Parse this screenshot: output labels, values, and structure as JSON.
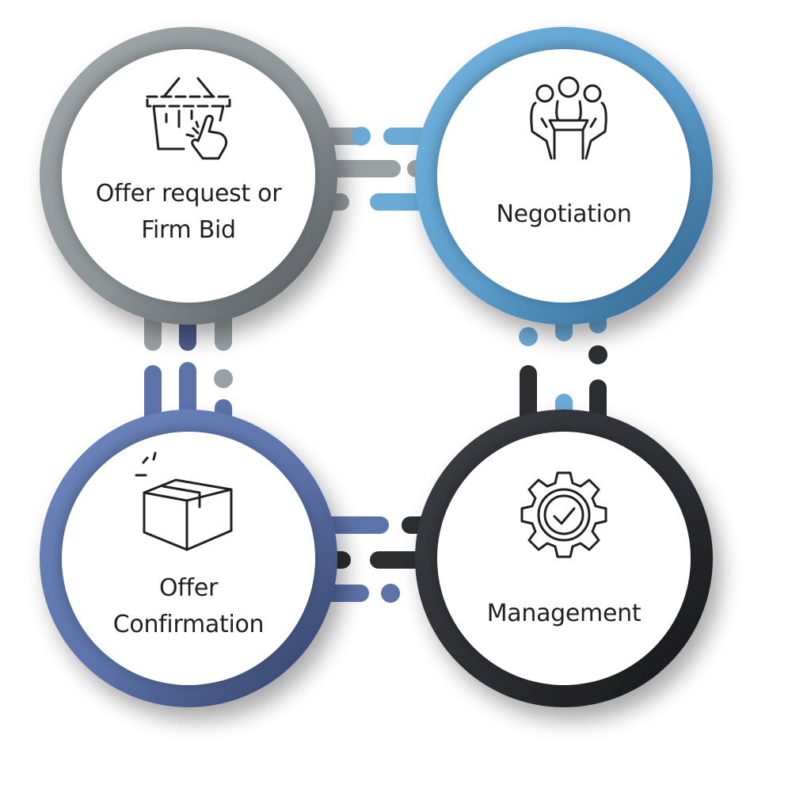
{
  "steps": [
    {
      "id": "offer-request",
      "lines": [
        "Offer request or",
        "Firm Bid"
      ],
      "icon": "basket-click-icon",
      "color": "#8f9699"
    },
    {
      "id": "negotiation",
      "lines": [
        "Negotiation"
      ],
      "icon": "meeting-icon",
      "color": "#6aaad6"
    },
    {
      "id": "management",
      "lines": [
        "Management"
      ],
      "icon": "gear-check-icon",
      "color": "#2b2d31"
    },
    {
      "id": "offer-confirmation",
      "lines": [
        "Offer",
        "Confirmation"
      ],
      "icon": "box-icon",
      "color": "#5b73a8"
    }
  ],
  "colors": {
    "gray": "#9aa1a4",
    "lightblue": "#6aaad6",
    "dark": "#2b2d31",
    "navy": "#5b73a8",
    "text": "#231f20"
  }
}
